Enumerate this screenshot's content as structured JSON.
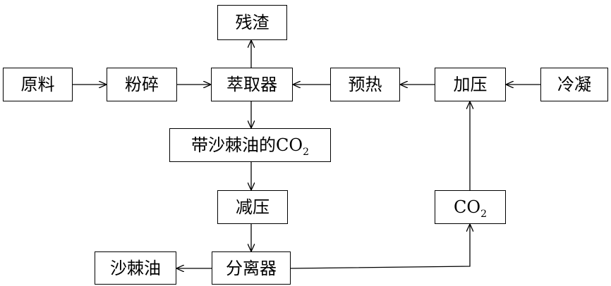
{
  "nodes": {
    "raw_material": "原料",
    "crush": "粉碎",
    "extractor": "萃取器",
    "preheat": "预热",
    "pressurize": "加压",
    "condense": "冷凝",
    "residue": "残渣",
    "oil_laden_co2": {
      "text": "带沙棘油的CO",
      "sub": "2"
    },
    "depressurize": "减压",
    "separator": "分离器",
    "seabuckthorn_oil": "沙棘油",
    "co2": {
      "text": "CO",
      "sub": "2"
    }
  },
  "edges": [
    {
      "from": "raw_material",
      "to": "crush"
    },
    {
      "from": "crush",
      "to": "extractor"
    },
    {
      "from": "extractor",
      "to": "residue"
    },
    {
      "from": "extractor",
      "to": "oil_laden_co2"
    },
    {
      "from": "oil_laden_co2",
      "to": "depressurize"
    },
    {
      "from": "depressurize",
      "to": "separator"
    },
    {
      "from": "separator",
      "to": "seabuckthorn_oil"
    },
    {
      "from": "separator",
      "to": "co2"
    },
    {
      "from": "co2",
      "to": "pressurize"
    },
    {
      "from": "condense",
      "to": "pressurize"
    },
    {
      "from": "pressurize",
      "to": "preheat"
    },
    {
      "from": "preheat",
      "to": "extractor"
    }
  ],
  "colors": {
    "stroke": "#000000",
    "background": "#ffffff"
  }
}
